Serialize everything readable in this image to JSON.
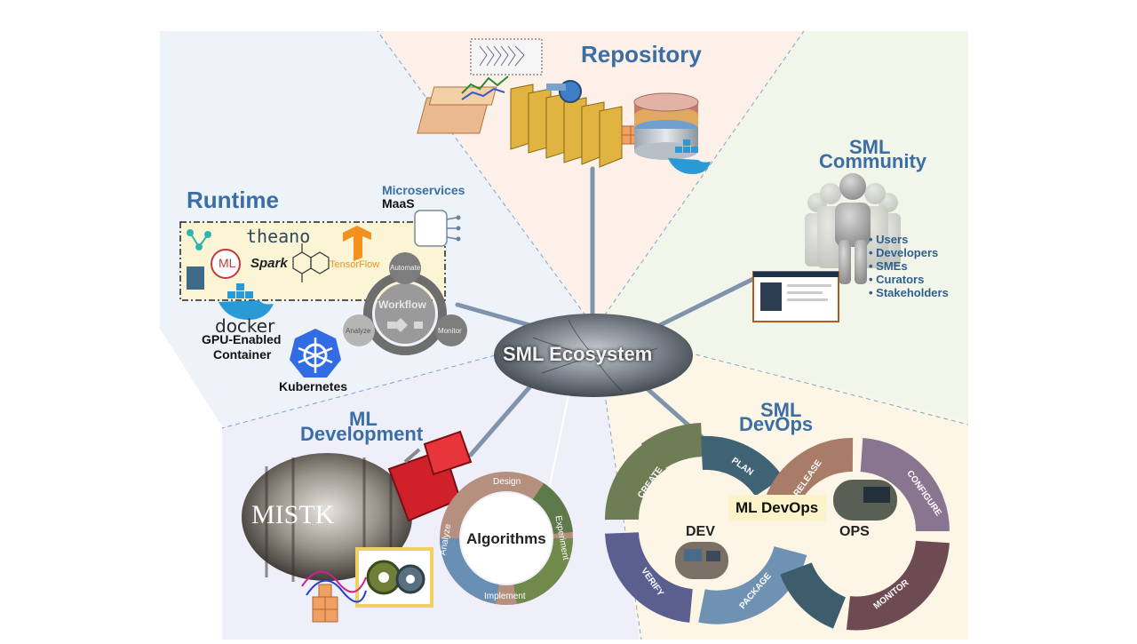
{
  "center": {
    "label": "SML Ecosystem"
  },
  "repository": {
    "title": "Repository"
  },
  "community": {
    "title_line1": "SML",
    "title_line2": "Community",
    "members": [
      "Users",
      "Developers",
      "SMEs",
      "Curators",
      "Stakeholders"
    ]
  },
  "runtime": {
    "title": "Runtime",
    "microservices_label": "Microservices",
    "maas_label": "MaaS",
    "frameworks": [
      "theano",
      "ML",
      "Spark",
      "TensorFlow"
    ],
    "docker_label": "docker",
    "container_line1": "GPU-Enabled",
    "container_line2": "Container",
    "kubernetes_label": "Kubernetes",
    "workflow": {
      "center": "Workflow",
      "automate": "Automate",
      "monitor": "Monitor",
      "analyze": "Analyze"
    }
  },
  "ml_development": {
    "title_line1": "ML",
    "title_line2": "Development",
    "mistk_label": "MISTK",
    "cycle_center": "Algorithms",
    "cycle_steps": [
      "Design",
      "Experiment",
      "Implement",
      "Analyze"
    ]
  },
  "devops": {
    "title_line1": "SML",
    "title_line2": "DevOps",
    "ml_devops_label": "ML DevOps",
    "dev_label": "DEV",
    "ops_label": "OPS",
    "dev_segments": [
      "CREATE",
      "PLAN",
      "PACKAGE",
      "VERIFY"
    ],
    "ops_segments": [
      "RELEASE",
      "CONFIGURE",
      "MONITOR"
    ]
  },
  "colors": {
    "title_blue": "#3a6ea5",
    "hub_grey": "#8a9099",
    "spoke": "#7f93ad",
    "create": "#6f7d55",
    "plan": "#3f6275",
    "package": "#6f92b3",
    "verify": "#5b5f8f",
    "release": "#a97c68",
    "configure": "#8a7590",
    "monitor": "#6e4a52"
  }
}
